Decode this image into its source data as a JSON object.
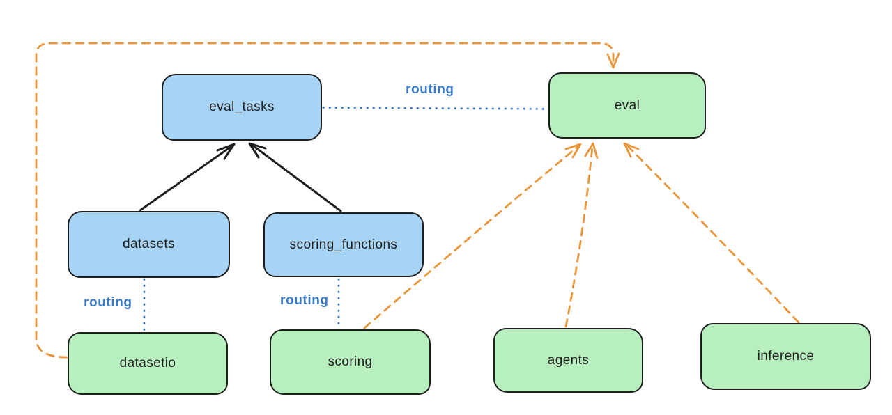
{
  "colors": {
    "background": "#ffffff",
    "stroke": "#1e1e1e",
    "blue_fill": "#a7d4f4",
    "green_fill": "#b7f0be",
    "blue_line": "#3a7bc8",
    "orange_line": "#e9953a"
  },
  "nodes": [
    {
      "id": "eval_tasks",
      "label": "eval_tasks",
      "color": "blue"
    },
    {
      "id": "eval",
      "label": "eval",
      "color": "green"
    },
    {
      "id": "datasets",
      "label": "datasets",
      "color": "blue"
    },
    {
      "id": "scoring_functions",
      "label": "scoring_functions",
      "color": "blue"
    },
    {
      "id": "datasetio",
      "label": "datasetio",
      "color": "green"
    },
    {
      "id": "scoring",
      "label": "scoring",
      "color": "green"
    },
    {
      "id": "agents",
      "label": "agents",
      "color": "green"
    },
    {
      "id": "inference",
      "label": "inference",
      "color": "green"
    }
  ],
  "edges": [
    {
      "from": "eval_tasks",
      "to": "eval",
      "label": "routing",
      "style": "dotted",
      "color": "blue"
    },
    {
      "from": "datasets",
      "to": "datasetio",
      "label": "routing",
      "style": "dotted",
      "color": "blue"
    },
    {
      "from": "scoring_functions",
      "to": "scoring",
      "label": "routing",
      "style": "dotted",
      "color": "blue"
    },
    {
      "from": "datasets",
      "to": "eval_tasks",
      "label": "",
      "style": "solid-arrow",
      "color": "black"
    },
    {
      "from": "scoring_functions",
      "to": "eval_tasks",
      "label": "",
      "style": "solid-arrow",
      "color": "black"
    },
    {
      "from": "scoring",
      "to": "eval",
      "label": "",
      "style": "dashed-arrow",
      "color": "orange"
    },
    {
      "from": "agents",
      "to": "eval",
      "label": "",
      "style": "dashed-arrow",
      "color": "orange"
    },
    {
      "from": "inference",
      "to": "eval",
      "label": "",
      "style": "dashed-arrow",
      "color": "orange"
    },
    {
      "from": "datasetio",
      "to": "eval",
      "label": "",
      "style": "dashed-arrow",
      "color": "orange"
    }
  ]
}
